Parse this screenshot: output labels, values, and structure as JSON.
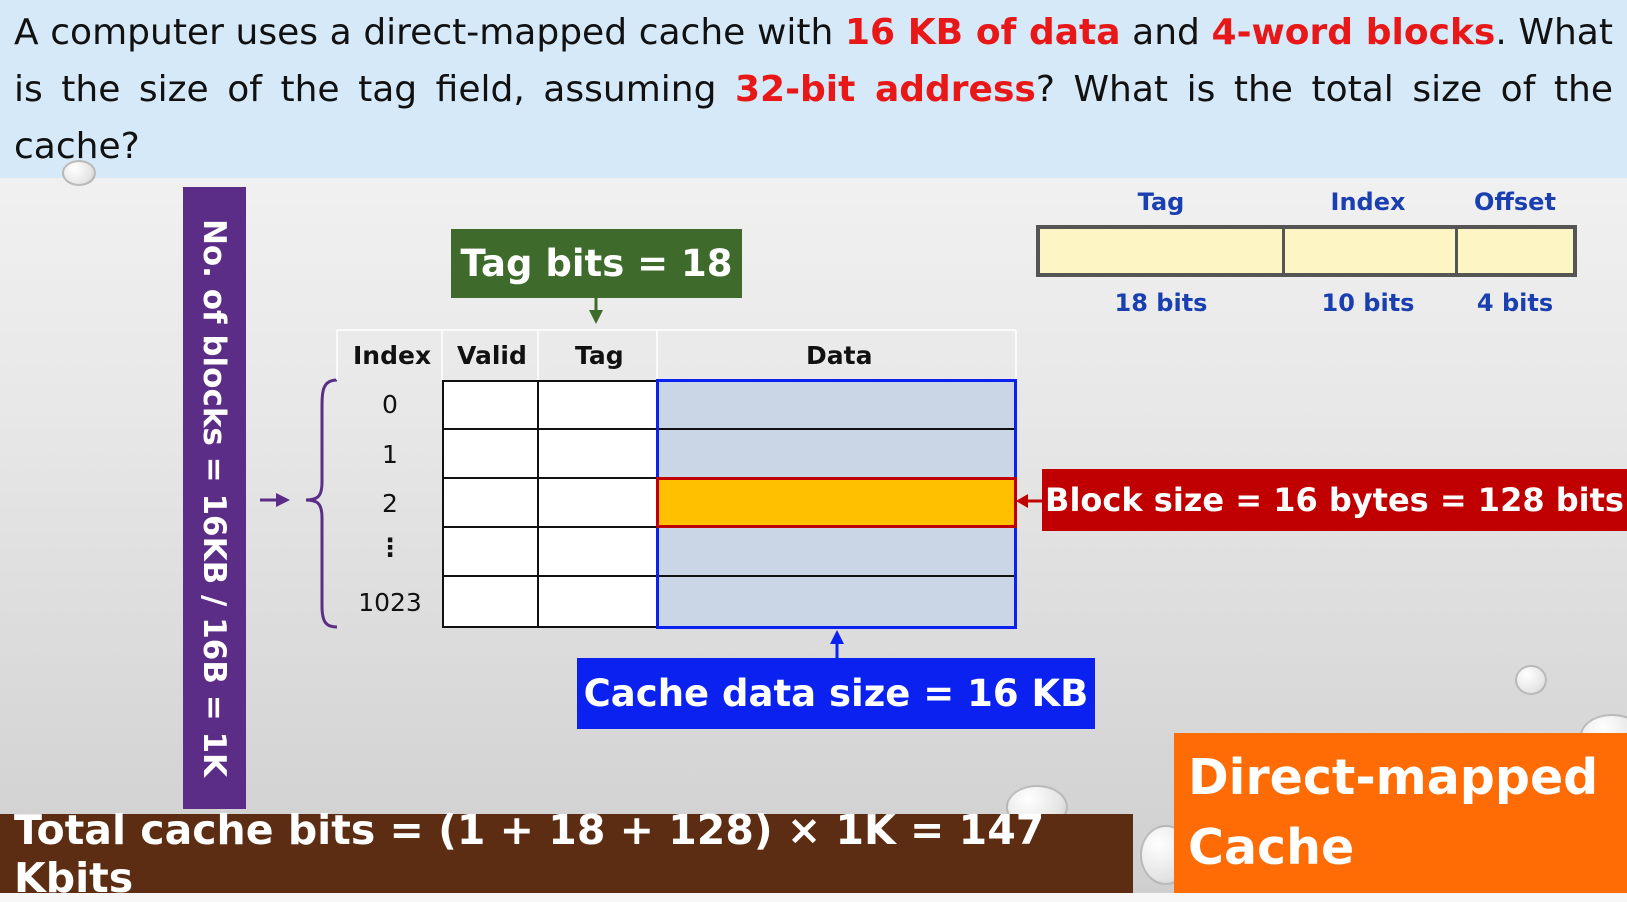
{
  "question": {
    "p1": "A computer uses a direct-mapped cache with ",
    "h1": "16 KB of data",
    "p2": " and ",
    "h2": "4-word blocks",
    "p3": ". What is the size of the tag field, assuming ",
    "h3": "32-bit address",
    "p4": "? What is the total size of the cache?"
  },
  "vertical_label": "No. of blocks = 16KB  / 16B = 1K",
  "tag_bits_box": "Tag bits = 18",
  "table": {
    "headers": [
      "Index",
      "Valid",
      "Tag",
      "Data"
    ],
    "indices": [
      "0",
      "1",
      "2",
      "⋮",
      "1023"
    ],
    "highlight_row": 2
  },
  "block_size_box": "Block size = 16 bytes = 128 bits",
  "cache_data_box": "Cache data size = 16 KB",
  "address_fields": [
    {
      "name": "Tag",
      "bits": "18 bits"
    },
    {
      "name": "Index",
      "bits": "10 bits"
    },
    {
      "name": "Offset",
      "bits": "4 bits"
    }
  ],
  "total_bits": "Total cache bits = (1 + 18 + 128) × 1K = 147 Kbits",
  "slide_title": [
    "Direct-mapped",
    "Cache"
  ],
  "colors": {
    "question_bg": "#d6e9f8",
    "highlight_text": "#e81818",
    "vertical_bar": "#5b2d86",
    "tag_box": "#3e6b2c",
    "cache_box": "#0a21f0",
    "block_box": "#c00000",
    "total_box": "#5c2d12",
    "title_box": "#ff6b05",
    "data_cell": "#cad6e6",
    "highlight_cell": "#ffc000",
    "field_fill": "#fdf6c4",
    "field_label": "#1a3fb0"
  }
}
